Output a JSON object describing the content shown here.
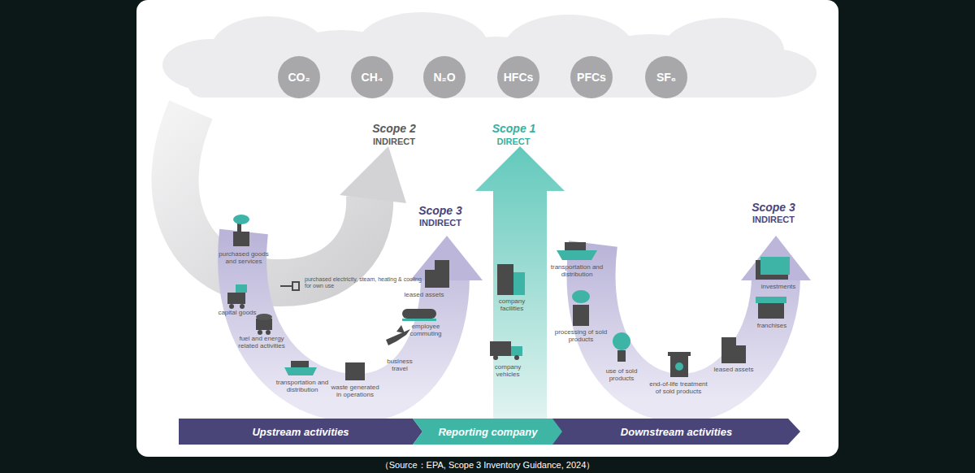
{
  "diagram": {
    "caption": "（Source：EPA, Scope 3 Inventory Guidance, 2024）",
    "nodes": [
      {
        "text": [
          "CO₂"
        ]
      },
      {
        "text": [
          "CH₄"
        ]
      },
      {
        "text": [
          "N₂O"
        ]
      },
      {
        "text": [
          "HFCs"
        ]
      },
      {
        "text": [
          "PFCs"
        ]
      },
      {
        "text": [
          "SF₆"
        ]
      },
      {
        "text": [
          "Upstream activities"
        ]
      },
      {
        "text": [
          "Reporting company"
        ]
      },
      {
        "text": [
          "Downstream activities"
        ]
      }
    ],
    "labels": [
      "Scope 2",
      "INDIRECT",
      "Scope 1",
      "DIRECT",
      "Scope 3",
      "INDIRECT",
      "Scope 3",
      "INDIRECT",
      "purchased goods and services",
      "capital goods",
      "fuel and energy related activities",
      "transportation and distribution",
      "waste generated in operations",
      "business travel",
      "employee commuting",
      "leased assets",
      "purchased electricity, steam, heating & cooling for own use",
      "company facilities",
      "company vehicles",
      "transportation and distribution",
      "processing of sold products",
      "use of sold products",
      "end-of-life treatment of sold products",
      "leased assets",
      "franchises",
      "investments"
    ]
  }
}
